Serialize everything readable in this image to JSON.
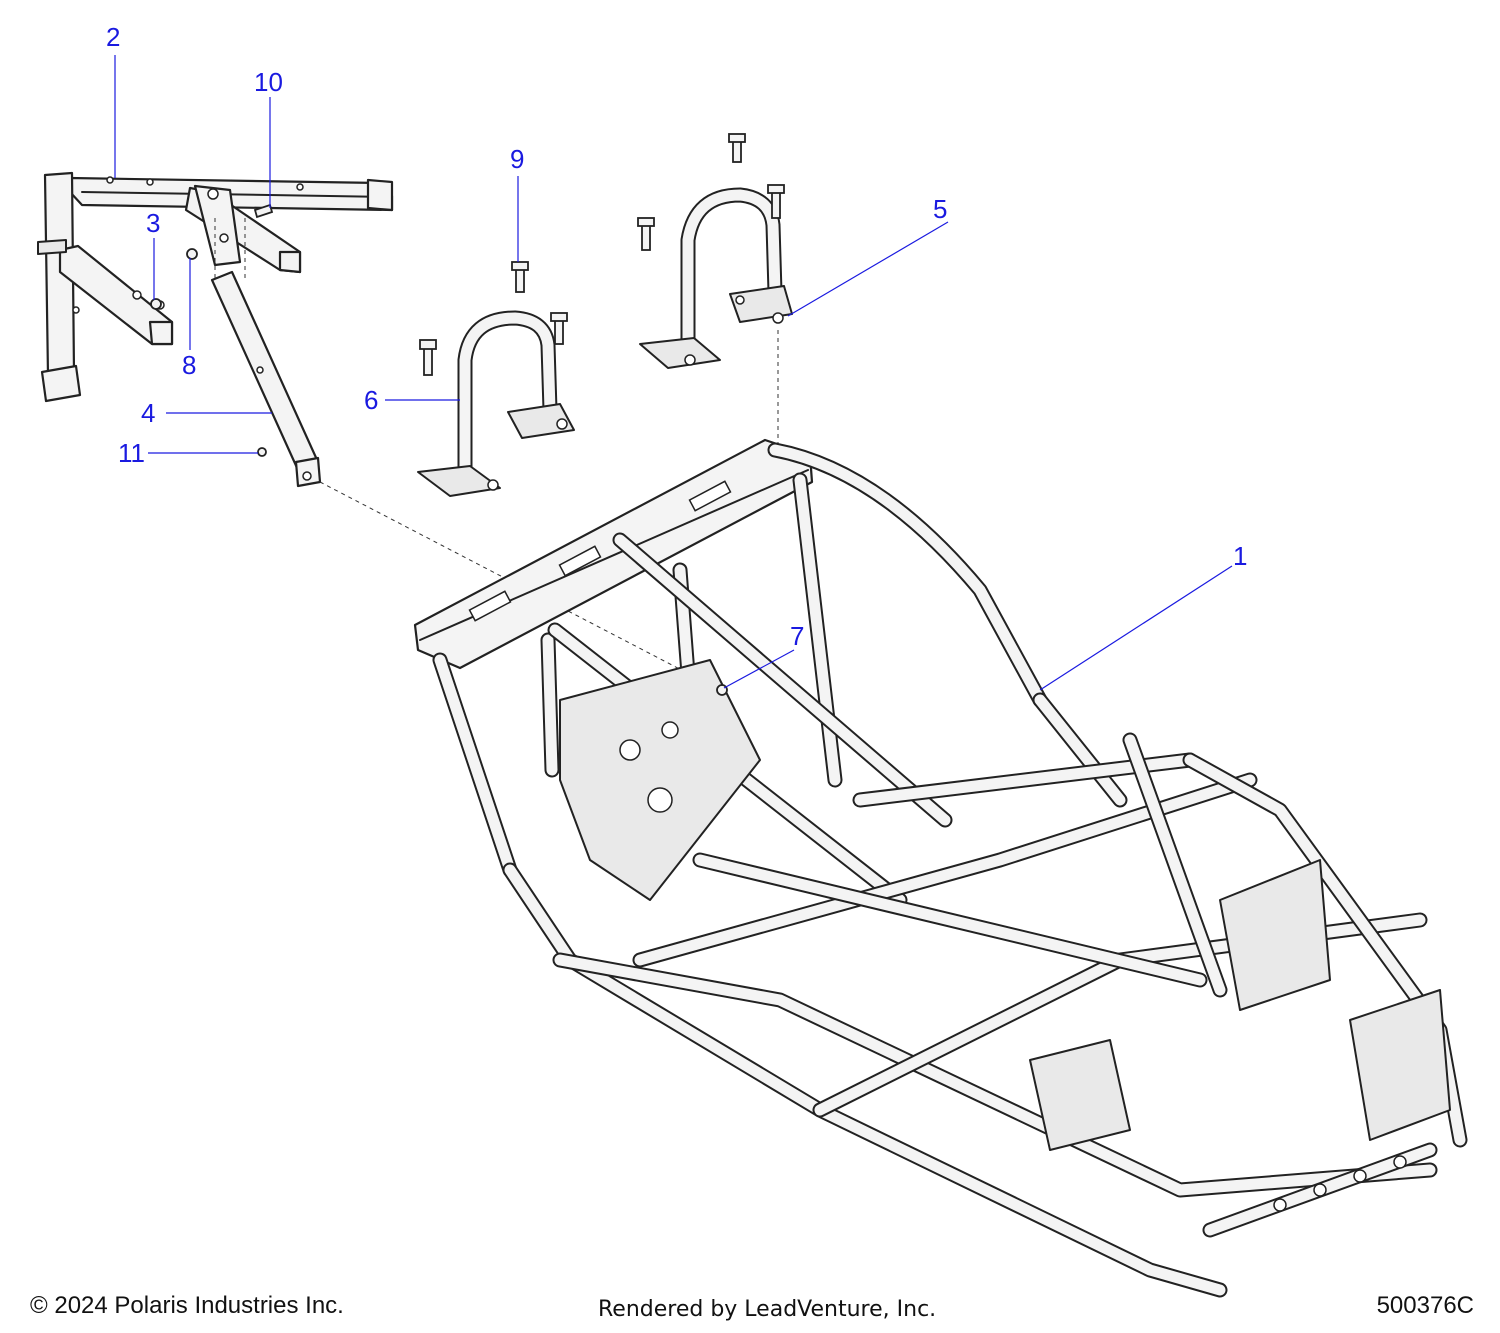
{
  "diagram": {
    "accent_color": "#1a1ae0",
    "callouts": [
      {
        "label": "1"
      },
      {
        "label": "2"
      },
      {
        "label": "3"
      },
      {
        "label": "4"
      },
      {
        "label": "5"
      },
      {
        "label": "6"
      },
      {
        "label": "7"
      },
      {
        "label": "8"
      },
      {
        "label": "9"
      },
      {
        "label": "10"
      },
      {
        "label": "11"
      }
    ]
  },
  "footer": {
    "copyright": "© 2024 Polaris Industries Inc.",
    "rendered_by": "Rendered by LeadVenture, Inc.",
    "diagram_code": "500376C"
  }
}
